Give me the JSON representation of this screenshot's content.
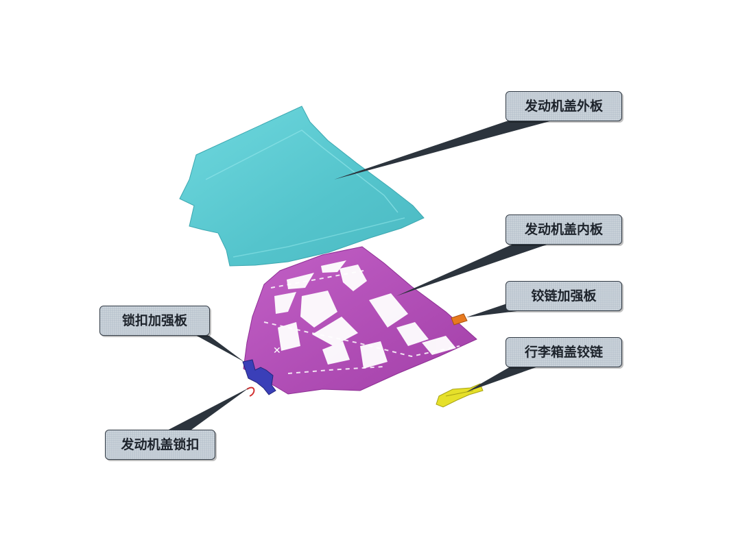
{
  "callouts": {
    "hood_outer_panel": "发动机盖外板",
    "hood_inner_panel": "发动机盖内板",
    "hinge_reinforcement": "铰链加强板",
    "trunk_lid_hinge": "行李箱盖铰链",
    "latch_reinforcement": "锁扣加强板",
    "hood_latch": "发动机盖锁扣"
  },
  "colors": {
    "outer_panel": "#5ccbd2",
    "inner_panel": "#b24ab8",
    "hinge_reinforcement": "#e77a1f",
    "trunk_hinge": "#e6e02a",
    "latch_reinforcement": "#3a3fb8",
    "latch": "#d23030",
    "label_fill": "#b9c3ce",
    "leader": "#333c46"
  }
}
